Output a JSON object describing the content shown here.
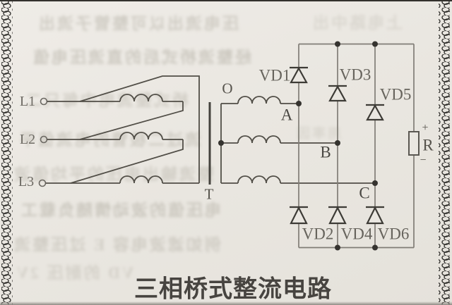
{
  "figure": {
    "caption": "三相桥式整流电路"
  },
  "circuit": {
    "input_terminals": [
      {
        "label": "L1"
      },
      {
        "label": "L2"
      },
      {
        "label": "L3"
      }
    ],
    "transformer": {
      "label": "T",
      "secondary_star_point_label": "O"
    },
    "phase_nodes": [
      {
        "label": "A"
      },
      {
        "label": "B"
      },
      {
        "label": "C"
      }
    ],
    "diodes": {
      "top_row": [
        {
          "label": "VD1"
        },
        {
          "label": "VD3"
        },
        {
          "label": "VD5"
        }
      ],
      "bottom_row": [
        {
          "label": "VD2"
        },
        {
          "label": "VD4"
        },
        {
          "label": "VD6"
        }
      ]
    },
    "load": {
      "label": "R",
      "positive_mark": "+",
      "negative_mark": "−"
    }
  },
  "colors": {
    "paper": "#eae7e1",
    "ink": "#4c4944",
    "bridge_line": "#807d76",
    "border_ink": "#2b2a27",
    "caption_ink": "#474440"
  },
  "bleed_lines": [
    {
      "text": "压电流出以可整管子流出"
    },
    {
      "text": "经整流桥式后的直流压电值"
    },
    {
      "text": "桥式整流电中每只二"
    },
    {
      "text": "流过二极管的电流值平"
    },
    {
      "text": "整流输出电压的平均值波"
    },
    {
      "text": "电压值的波动情随负载工"
    },
    {
      "text": "例如滤波电容 E 过压整流"
    },
    {
      "text": "VD 的耐压 2V"
    },
    {
      "text": "上电路中出"
    },
    {
      "text": "用率因"
    }
  ]
}
